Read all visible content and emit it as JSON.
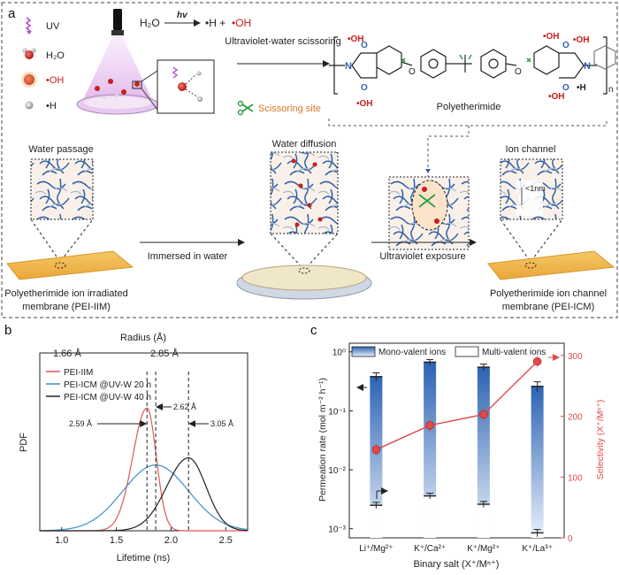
{
  "panel_a": {
    "letter": "a",
    "legend": {
      "uv": "UV",
      "h2o": "H₂O",
      "oh": "•OH",
      "h": "•H"
    },
    "reaction": {
      "left": "H₂O",
      "hv": "hv",
      "right_h": "•H +",
      "right_oh": "•OH"
    },
    "scissoring_label": "Ultraviolet-water scissoring",
    "scissor_site": "Scissoring site",
    "polymer_name": "Polyetherimide",
    "repeat_n": "n",
    "atoms": {
      "o": "O",
      "n": "N",
      "oh": "•OH",
      "h": "•H"
    },
    "step_titles": {
      "passage": "Water passage",
      "diffusion": "Water diffusion",
      "channel": "Ion channel"
    },
    "arrows": {
      "immersed": "Immersed in water",
      "uv_exposure": "Ultraviolet exposure"
    },
    "pore_label": "<1nm",
    "membranes": {
      "iim_line1": "Polyetherimide ion irradiated",
      "iim_line2": "membrane (PEI-IIM)",
      "icm_line1": "Polyetherimide ion channel",
      "icm_line2": "membrane (PEI-ICM)"
    },
    "colors": {
      "uv_purple": "#b24bd6",
      "oh_red": "#c81e1e",
      "membrane": "#f2b84b",
      "polymer_blue": "#2f5fa8",
      "scissor_green": "#2f9e44",
      "scissor_orange": "#d7772a"
    }
  },
  "panel_b": {
    "letter": "b",
    "chart_data": {
      "type": "line",
      "xlabel": "Lifetime (ns)",
      "ylabel": "PDF",
      "top_axis_label": "Radius (Å)",
      "top_ticks": [
        "1.66 Å",
        "2.85 Å"
      ],
      "xlim": [
        0.8,
        2.7
      ],
      "xticks": [
        1.0,
        1.5,
        2.0,
        2.5
      ],
      "xtick_labels": [
        "1.0",
        "1.5",
        "2.0",
        "2.5"
      ],
      "series": [
        {
          "name": "PEI-IIM",
          "color": "#e0575a",
          "peak": 1.78,
          "height": 0.69,
          "sigma_left": 0.13,
          "sigma_right": 0.085
        },
        {
          "name": "PEI-ICM @UV-W 20 h",
          "color": "#3d8ec9",
          "peak": 1.86,
          "height": 0.37,
          "sigma_left": 0.3,
          "sigma_right": 0.3
        },
        {
          "name": "PEI-ICM @UV-W 40 h",
          "color": "#222222",
          "peak": 2.16,
          "height": 0.41,
          "sigma_left": 0.2,
          "sigma_right": 0.16
        }
      ],
      "annotations": [
        {
          "text": "2.59 Å",
          "x": 1.78
        },
        {
          "text": "2.62 Å",
          "x": 1.86
        },
        {
          "text": "3.05 Å",
          "x": 2.16
        }
      ]
    }
  },
  "panel_c": {
    "letter": "c",
    "chart_data": {
      "type": "bar",
      "categories": [
        "Li⁺/Mg²⁺",
        "K⁺/Ca²⁺",
        "K⁺/Mg²⁺",
        "K⁺/La³⁺"
      ],
      "xlabel": "Binary salt (X⁺/Mⁿ⁺)",
      "ylabel_left": "Permeation rate (mol m⁻² h⁻¹)",
      "ylabel_right": "Selectivity (X⁺/Mⁿ⁺)",
      "ylim_left": [
        0.0007,
        1.4
      ],
      "yscale_left": "log",
      "ylim_right": [
        0,
        320
      ],
      "yticks_left_labels": [
        "10⁻³",
        "10⁻²",
        "10⁻¹",
        "10⁰"
      ],
      "yticks_right": [
        0,
        100,
        200,
        300
      ],
      "series": [
        {
          "name": "Mono-valent ions",
          "values": [
            0.38,
            0.67,
            0.55,
            0.26
          ],
          "errors": [
            0.06,
            0.07,
            0.07,
            0.05
          ],
          "color": "#4a7fc1"
        },
        {
          "name": "Multi-valent ions",
          "values": [
            0.0025,
            0.0036,
            0.0026,
            0.00085
          ],
          "errors": [
            0.0003,
            0.0004,
            0.0003,
            0.00012
          ],
          "color": "#ffffff"
        },
        {
          "name": "Selectivity",
          "values": [
            145,
            185,
            203,
            290
          ],
          "errors": [
            10,
            12,
            12,
            10
          ],
          "color": "#e04a4a"
        }
      ]
    }
  }
}
